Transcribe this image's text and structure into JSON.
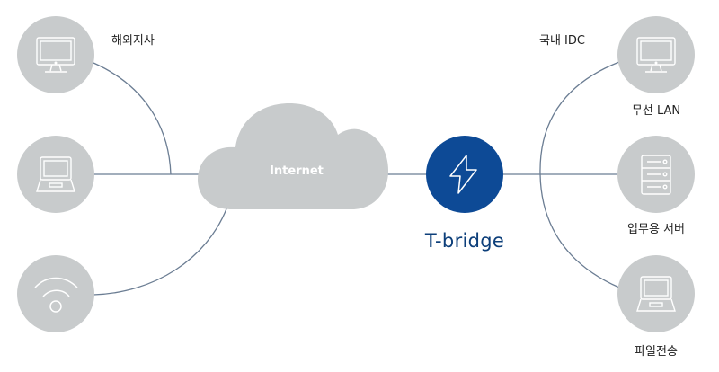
{
  "colors": {
    "node_fill": "#c8cbcc",
    "hub_fill": "#0d4a96",
    "line": "#6b7d93",
    "icon_stroke": "#ffffff",
    "hub_label": "#0d3f7a",
    "text": "#222222"
  },
  "left": {
    "group_label": "해외지사",
    "nodes": [
      {
        "icon": "desktop-monitor-icon"
      },
      {
        "icon": "laptop-icon"
      },
      {
        "icon": "wifi-icon"
      }
    ]
  },
  "cloud": {
    "label": "Internet"
  },
  "hub": {
    "label": "T-bridge",
    "icon": "lightning-bolt-icon"
  },
  "right": {
    "group_label": "국내 IDC",
    "nodes": [
      {
        "icon": "desktop-monitor-icon",
        "label": "무선 LAN"
      },
      {
        "icon": "server-rack-icon",
        "label": "업무용 서버"
      },
      {
        "icon": "laptop-icon",
        "label": "파일전송"
      }
    ]
  }
}
